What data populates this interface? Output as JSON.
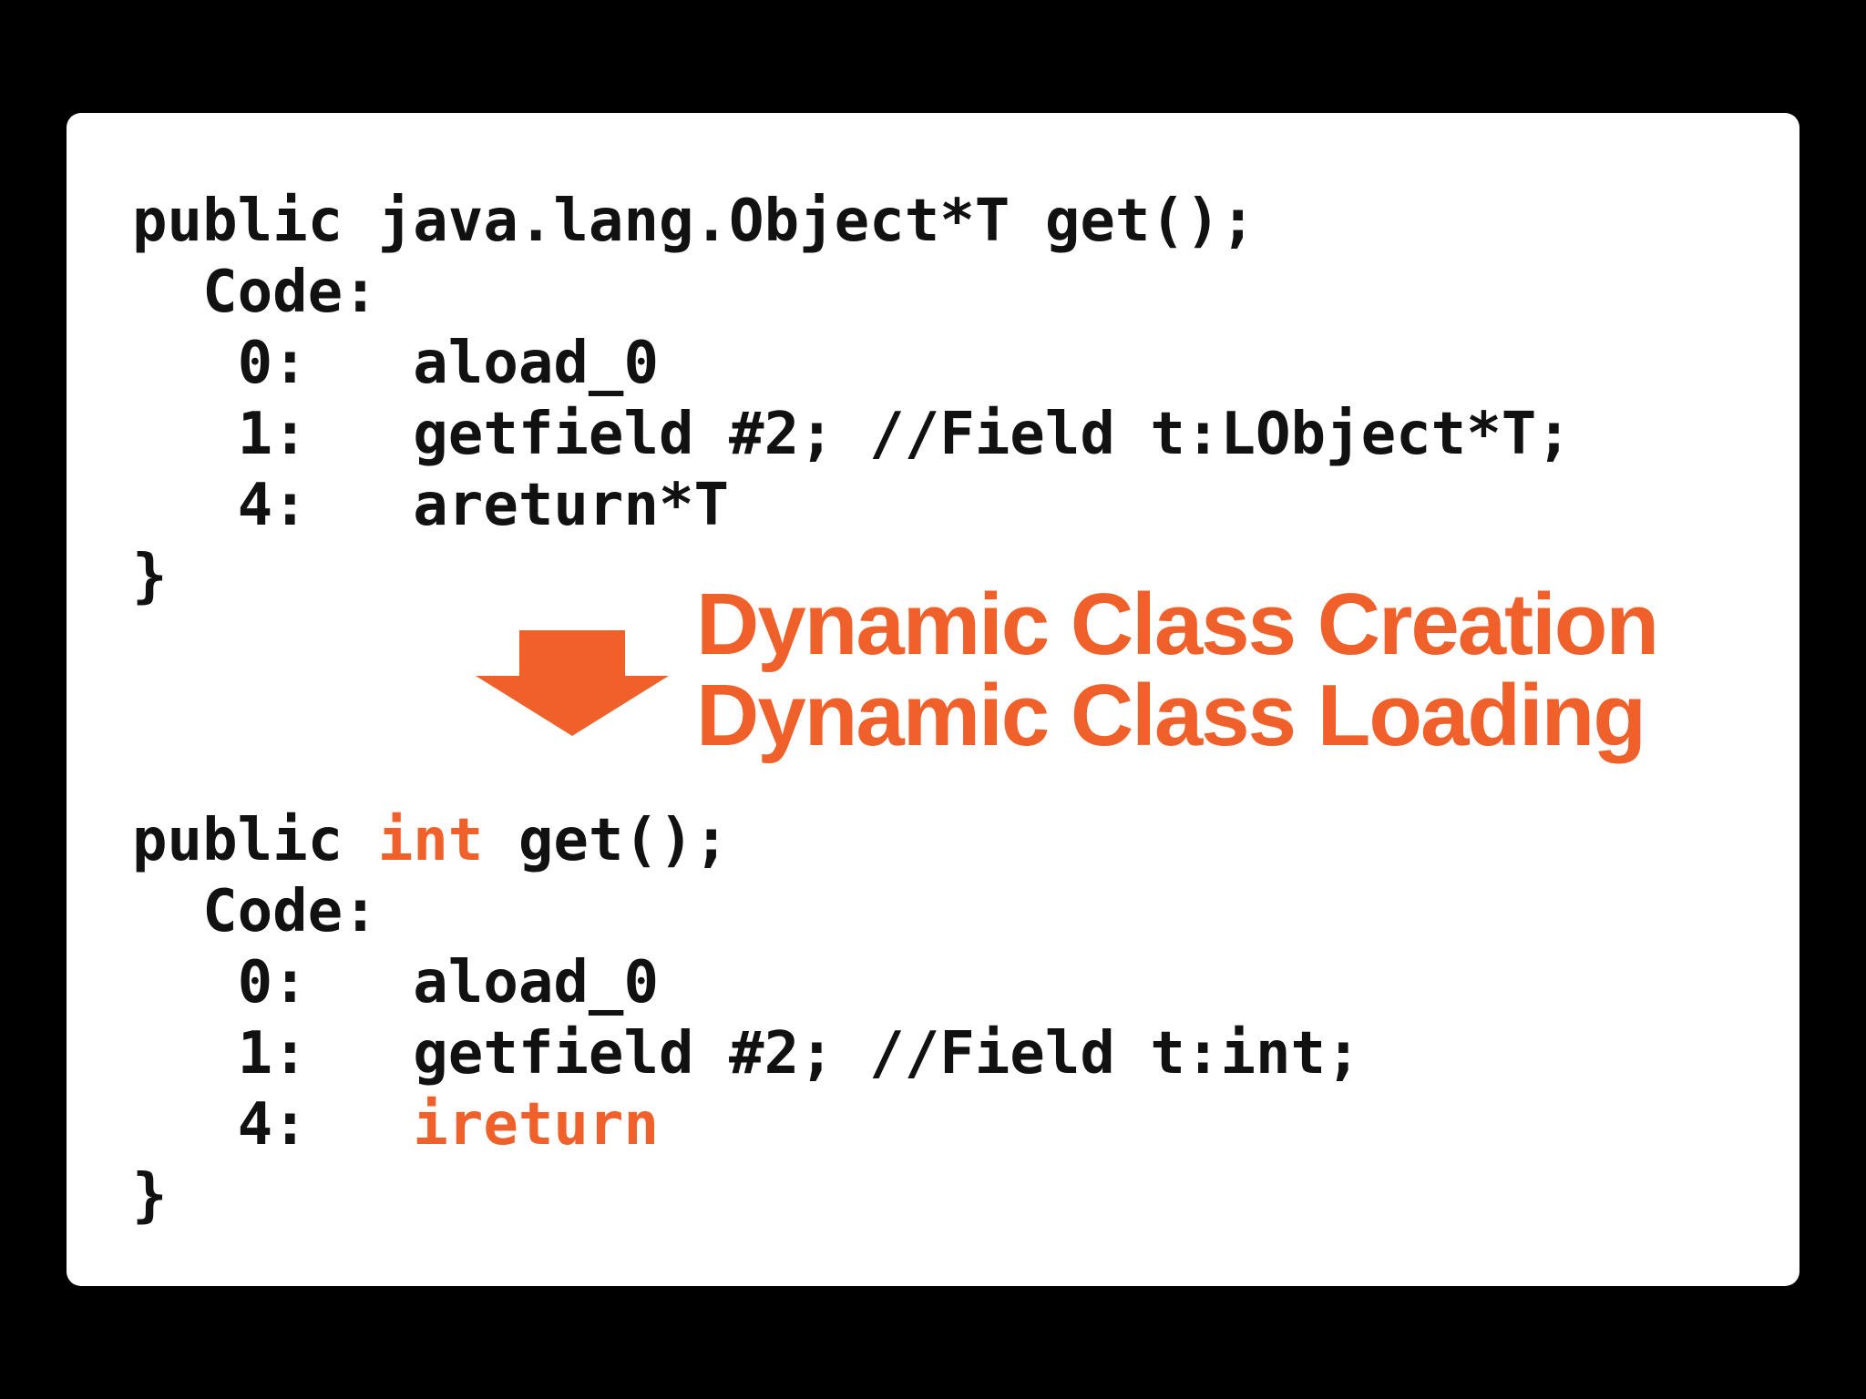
{
  "before": {
    "lines": [
      [
        {
          "t": "public java.lang.Object*T get();",
          "hl": false
        }
      ],
      [
        {
          "t": "  Code:",
          "hl": false
        }
      ],
      [
        {
          "t": "   0:   aload_0",
          "hl": false
        }
      ],
      [
        {
          "t": "   1:   getfield #2; //Field t:LObject*T;",
          "hl": false
        }
      ],
      [
        {
          "t": "   4:   areturn*T",
          "hl": false
        }
      ],
      [
        {
          "t": "}",
          "hl": false
        }
      ]
    ]
  },
  "transition": {
    "icon": "down-arrow-icon",
    "labels": [
      "Dynamic Class Creation",
      "Dynamic Class Loading"
    ]
  },
  "after": {
    "lines": [
      [
        {
          "t": "public ",
          "hl": false
        },
        {
          "t": "int",
          "hl": true
        },
        {
          "t": " get();",
          "hl": false
        }
      ],
      [
        {
          "t": "  Code:",
          "hl": false
        }
      ],
      [
        {
          "t": "   0:   aload_0",
          "hl": false
        }
      ],
      [
        {
          "t": "   1:   getfield #2; //Field t:int;",
          "hl": false
        }
      ],
      [
        {
          "t": "   4:   ",
          "hl": false
        },
        {
          "t": "ireturn",
          "hl": true
        }
      ],
      [
        {
          "t": "}",
          "hl": false
        }
      ]
    ]
  },
  "colors": {
    "background": "#000000",
    "slide": "#ffffff",
    "text": "#111111",
    "accent": "#f0602a"
  }
}
